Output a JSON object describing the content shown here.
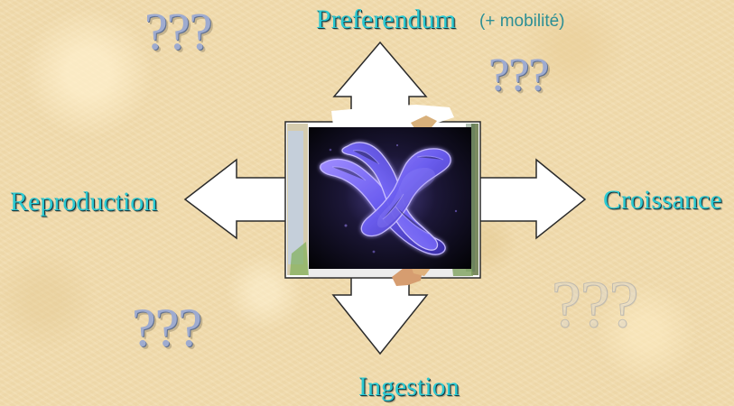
{
  "labels": {
    "preferendum": "Preferendum",
    "mobility_note": "(+ mobilité)",
    "croissance": "Croissance",
    "reproduction": "Reproduction",
    "ingestion": "Ingestion"
  },
  "question_marks": {
    "top_left": "???",
    "top_right": "???",
    "bottom_left": "???",
    "bottom_right": "???"
  },
  "colors": {
    "label": "#2bc8d1",
    "mobility_note": "#2c8f95",
    "question_mark": "#9eabd0",
    "arrow_fill": "#ffffff",
    "arrow_outline": "#2b2b2b"
  },
  "center_image": {
    "subject": "chromosome"
  }
}
